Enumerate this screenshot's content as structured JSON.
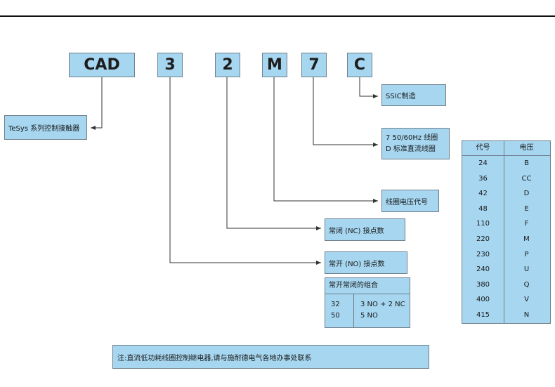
{
  "codes": {
    "cad": "CAD",
    "poles": "3",
    "nc": "2",
    "m": "M",
    "freq": "7",
    "c": "C"
  },
  "labels": {
    "series": "TeSys 系列控制接触器",
    "ssic": "SSIC制造",
    "freq_line1": "7 50/60Hz 线圈",
    "freq_line2": "D 标准直流线圈",
    "coil_voltage_code": "线圈电压代号",
    "nc_contacts": "常闭 (NC) 接点数",
    "no_contacts": "常开 (NO) 接点数"
  },
  "combination_table": {
    "title": "常开常闭的组合",
    "rows": [
      {
        "code": "32",
        "desc": "3 NO + 2 NC"
      },
      {
        "code": "50",
        "desc": "5 NO"
      }
    ]
  },
  "voltage_table": {
    "headers": [
      "代号",
      "电压"
    ],
    "rows": [
      [
        "24",
        "B"
      ],
      [
        "36",
        "CC"
      ],
      [
        "42",
        "D"
      ],
      [
        "48",
        "E"
      ],
      [
        "110",
        "F"
      ],
      [
        "220",
        "M"
      ],
      [
        "230",
        "P"
      ],
      [
        "240",
        "U"
      ],
      [
        "380",
        "Q"
      ],
      [
        "400",
        "V"
      ],
      [
        "415",
        "N"
      ]
    ]
  },
  "note": "注:直流低功耗线圈控制继电器,请与施耐德电气各地办事处联系",
  "colors": {
    "box_fill": "#a6d6f0",
    "box_border": "#6f7f8a",
    "line": "#333333"
  }
}
